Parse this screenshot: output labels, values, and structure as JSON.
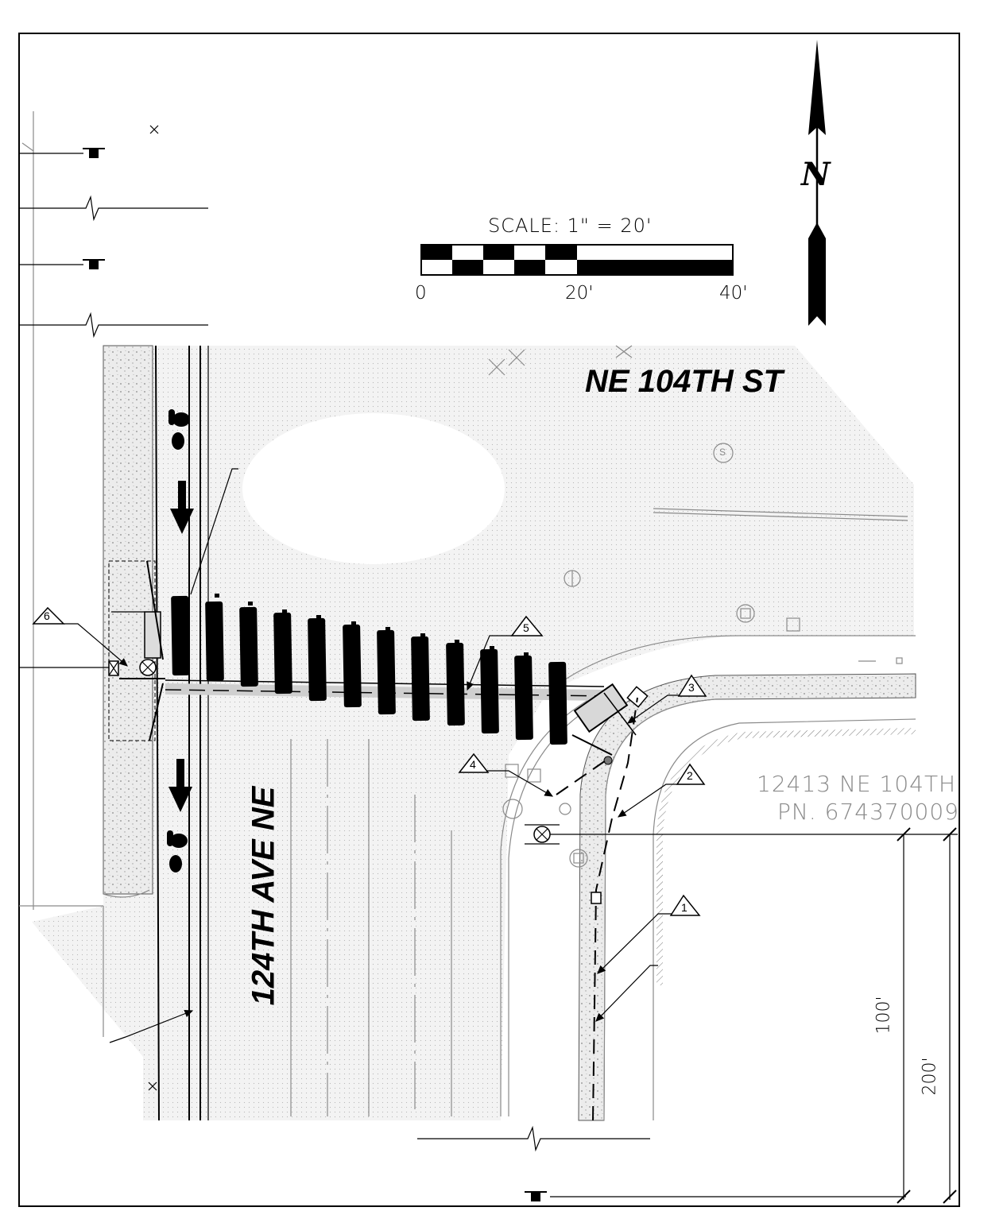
{
  "scale": {
    "label": "SCALE:  1\"  =  20'",
    "ticks": [
      "0",
      "20'",
      "40'"
    ]
  },
  "streets": {
    "east_west": "NE 104TH ST",
    "north_south": "124TH AVE NE"
  },
  "north_arrow": {
    "letter": "N"
  },
  "parcel": {
    "address": "12413 NE 104TH",
    "pn": "PN. 674370009"
  },
  "dimensions": {
    "d100": "100'",
    "d200": "200'"
  },
  "callouts": [
    "1",
    "2",
    "3",
    "4",
    "5",
    "6"
  ],
  "map_symbols": {
    "sewer": "S"
  },
  "colors": {
    "ink": "#000000",
    "background_grey": "#f2f2f2",
    "line_grey": "#8a8a8a"
  }
}
